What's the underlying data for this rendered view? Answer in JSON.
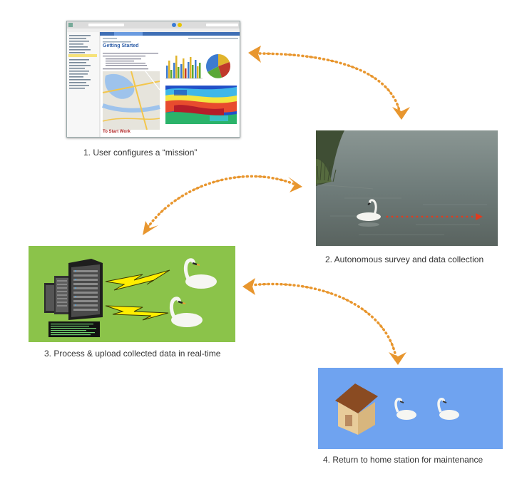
{
  "captions": {
    "step1": "1. User configures a “mission”",
    "step2": "2. Autonomous survey and data collection",
    "step3": "3. Process & upload collected data in real-time",
    "step4": "4. Return to home station for maintenance"
  },
  "screenshot": {
    "page_title": "Getting Started",
    "footer_title": "To Start Work"
  },
  "colors": {
    "arrow": "#e8962e",
    "panel3_bg": "#8bc34a",
    "panel4_bg": "#6fa3f0",
    "lake_water": "#6b7a78",
    "trail": "#e03b1f",
    "bolt": "#ffee00"
  },
  "icons": [
    "server-rack-icon",
    "lightning-bolt-icon",
    "swan-icon",
    "house-icon",
    "pie-chart-icon",
    "bar-chart-icon",
    "heatmap-icon",
    "map-icon"
  ]
}
